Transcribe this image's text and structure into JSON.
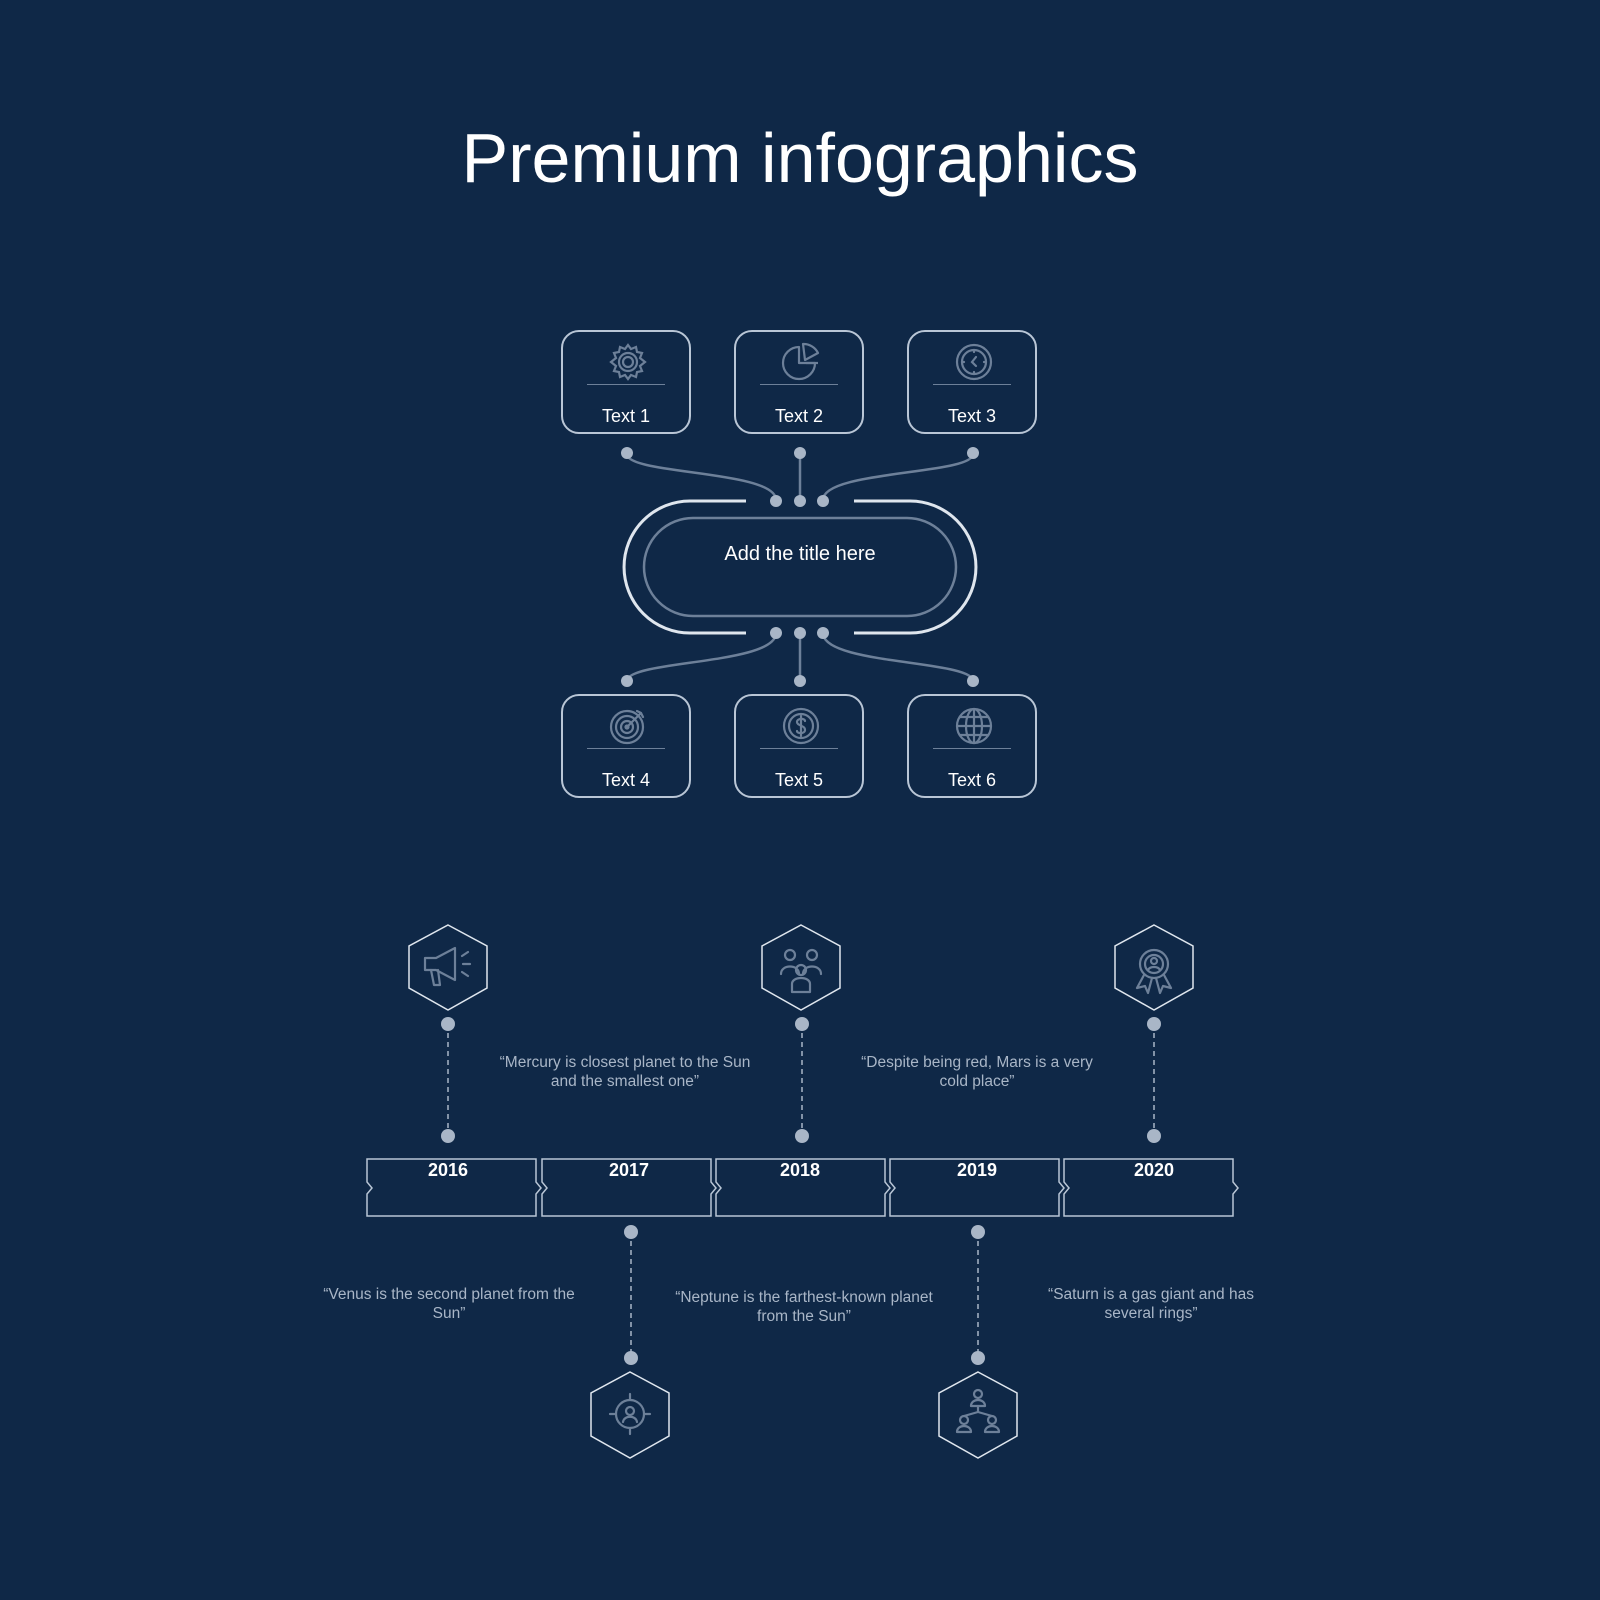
{
  "title": "Premium infographics",
  "colors": {
    "background": "#0f2847",
    "outline": "#b9c6d6",
    "connector": "#6d8099",
    "dot": "#a9b6c7",
    "text": "#ffffff",
    "quote_text": "#a9b6c7"
  },
  "diagram": {
    "center_title": "Add the title here",
    "top_cards": [
      {
        "label": "Text 1",
        "icon": "gear-icon"
      },
      {
        "label": "Text 2",
        "icon": "pie-chart-icon"
      },
      {
        "label": "Text 3",
        "icon": "clock-icon"
      }
    ],
    "bottom_cards": [
      {
        "label": "Text 4",
        "icon": "target-icon"
      },
      {
        "label": "Text 5",
        "icon": "dollar-coin-icon"
      },
      {
        "label": "Text 6",
        "icon": "globe-icon"
      }
    ]
  },
  "timeline": {
    "years": [
      "2016",
      "2017",
      "2018",
      "2019",
      "2020"
    ],
    "quotes": [
      {
        "year": "2016",
        "text": "“Venus is the second planet from the Sun”",
        "icon": "megaphone-icon"
      },
      {
        "year": "2017",
        "text": "“Mercury is closest planet to the Sun and the smallest one”",
        "icon": "target-user-icon"
      },
      {
        "year": "2018",
        "text": "“Neptune is the farthest-known planet from the Sun”",
        "icon": "team-icon"
      },
      {
        "year": "2019",
        "text": "“Despite being red, Mars is a very cold place”",
        "icon": "hierarchy-icon"
      },
      {
        "year": "2020",
        "text": "“Saturn is a gas giant and has several rings”",
        "icon": "award-badge-icon"
      }
    ]
  }
}
